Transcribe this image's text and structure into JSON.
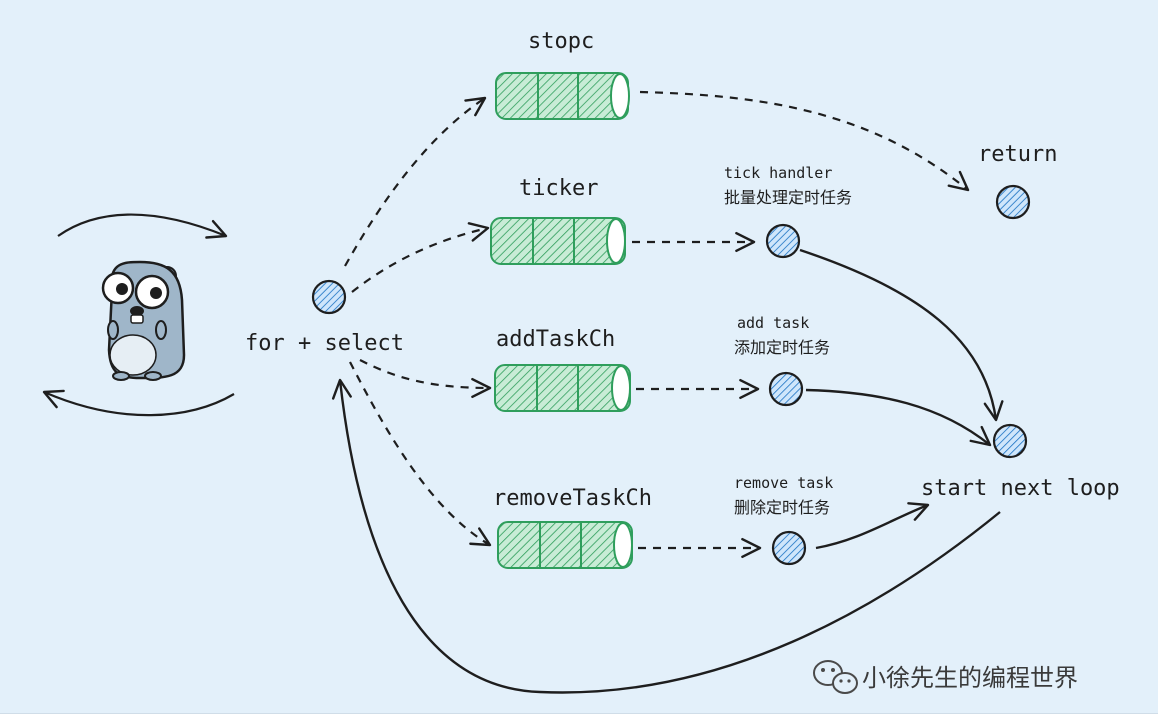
{
  "diagram": {
    "loop_label": "for + select",
    "channels": [
      {
        "name": "stopc"
      },
      {
        "name": "ticker"
      },
      {
        "name": "addTaskCh"
      },
      {
        "name": "removeTaskCh"
      }
    ],
    "handlers": [
      {
        "title": "tick handler",
        "desc": "批量处理定时任务"
      },
      {
        "title": "add task",
        "desc": "添加定时任务"
      },
      {
        "title": "remove task",
        "desc": "删除定时任务"
      }
    ],
    "return_label": "return",
    "next_loop_label": "start next loop"
  },
  "watermark": {
    "text": "小徐先生的编程世界",
    "icon": "wechat-icon"
  },
  "colors": {
    "background": "#e3f0fa",
    "channel_fill": "#b2e0c4",
    "channel_stroke": "#2f9e5c",
    "node_fill": "#a5d0f5",
    "node_stroke": "#1e1e1e",
    "gopher": "#9fb6c9"
  }
}
